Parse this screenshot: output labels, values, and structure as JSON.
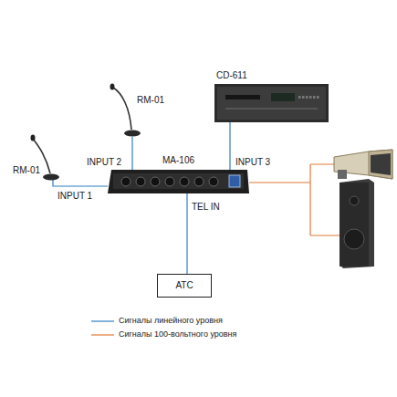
{
  "diagram": {
    "nodes": [
      {
        "text": [
          "CD-611"
        ]
      },
      {
        "text": [
          "MA-106"
        ]
      },
      {
        "text": [
          "АТС"
        ]
      }
    ],
    "edges": [
      {
        "from": 0,
        "to": 1,
        "arrow": "none"
      },
      {
        "from": 1,
        "to": 2,
        "arrow": "none"
      }
    ],
    "labels": [
      "RM-01",
      "RM-01",
      "INPUT 2",
      "INPUT 1",
      "INPUT 3",
      "TEL IN"
    ],
    "legend": [
      {
        "text": "Сигналы линейного уровня"
      },
      {
        "text": "Сигналы 100-вольтного уровня"
      }
    ]
  }
}
